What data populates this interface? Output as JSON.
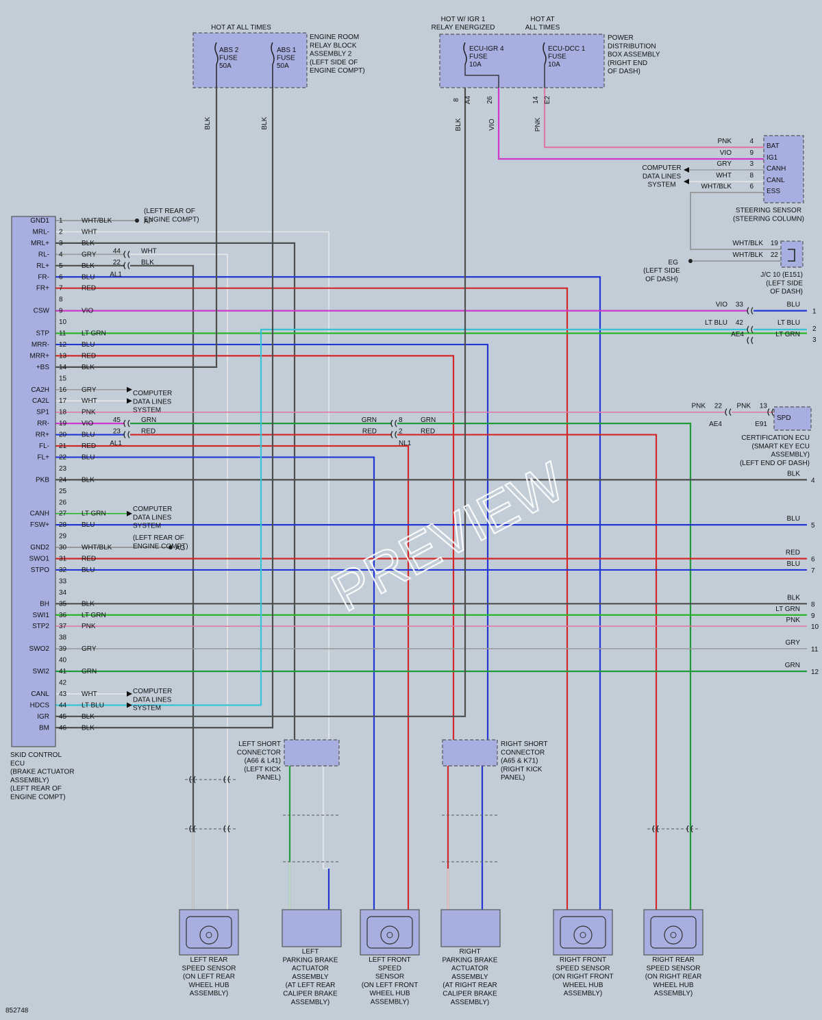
{
  "watermark": "PREVIEW",
  "diagram_id": "852748",
  "colors": {
    "BLK": "#4d4d4d",
    "WHT": "#e8e8e8",
    "GRY": "#9a9a9a",
    "BLU": "#2236d6",
    "RED": "#d32626",
    "VIO": "#cc38cc",
    "PNK": "#e07aa5",
    "LTGRN": "#28b628",
    "GRN": "#1f9a3a",
    "LTBLU": "#37c3d6",
    "WHTBLK": "#8d8d8d",
    "box": "#a7aee0"
  },
  "ecu": {
    "name_lines": [
      "SKID CONTROL",
      "ECU",
      "(BRAKE ACTUATOR",
      "ASSEMBLY)",
      "(LEFT REAR OF",
      "ENGINE COMPT)"
    ],
    "pins": [
      {
        "n": "1",
        "sig": "GND1",
        "wire": "WHT/BLK"
      },
      {
        "n": "2",
        "sig": "MRL-",
        "wire": "WHT"
      },
      {
        "n": "3",
        "sig": "MRL+",
        "wire": "BLK"
      },
      {
        "n": "4",
        "sig": "RL-",
        "wire": "GRY"
      },
      {
        "n": "5",
        "sig": "RL+",
        "wire": "BLK"
      },
      {
        "n": "6",
        "sig": "FR-",
        "wire": "BLU"
      },
      {
        "n": "7",
        "sig": "FR+",
        "wire": "RED"
      },
      {
        "n": "8",
        "sig": "",
        "wire": ""
      },
      {
        "n": "9",
        "sig": "CSW",
        "wire": "VIO"
      },
      {
        "n": "10",
        "sig": "",
        "wire": ""
      },
      {
        "n": "11",
        "sig": "STP",
        "wire": "LT GRN"
      },
      {
        "n": "12",
        "sig": "MRR-",
        "wire": "BLU"
      },
      {
        "n": "13",
        "sig": "MRR+",
        "wire": "RED"
      },
      {
        "n": "14",
        "sig": "+BS",
        "wire": "BLK"
      },
      {
        "n": "15",
        "sig": "",
        "wire": ""
      },
      {
        "n": "16",
        "sig": "CA2H",
        "wire": "GRY"
      },
      {
        "n": "17",
        "sig": "CA2L",
        "wire": "WHT"
      },
      {
        "n": "18",
        "sig": "SP1",
        "wire": "PNK"
      },
      {
        "n": "19",
        "sig": "RR-",
        "wire": "VIO"
      },
      {
        "n": "20",
        "sig": "RR+",
        "wire": "BLU"
      },
      {
        "n": "21",
        "sig": "FL-",
        "wire": "RED"
      },
      {
        "n": "22",
        "sig": "FL+",
        "wire": "BLU"
      },
      {
        "n": "23",
        "sig": "",
        "wire": ""
      },
      {
        "n": "24",
        "sig": "PKB",
        "wire": "BLK"
      },
      {
        "n": "25",
        "sig": "",
        "wire": ""
      },
      {
        "n": "26",
        "sig": "",
        "wire": ""
      },
      {
        "n": "27",
        "sig": "CANH",
        "wire": "LT GRN"
      },
      {
        "n": "28",
        "sig": "FSW+",
        "wire": "BLU"
      },
      {
        "n": "29",
        "sig": "",
        "wire": ""
      },
      {
        "n": "30",
        "sig": "GND2",
        "wire": "WHT/BLK"
      },
      {
        "n": "31",
        "sig": "SWO1",
        "wire": "RED"
      },
      {
        "n": "32",
        "sig": "STPO",
        "wire": "BLU"
      },
      {
        "n": "33",
        "sig": "",
        "wire": ""
      },
      {
        "n": "34",
        "sig": "",
        "wire": ""
      },
      {
        "n": "35",
        "sig": "BH",
        "wire": "BLK"
      },
      {
        "n": "36",
        "sig": "SWI1",
        "wire": "LT GRN"
      },
      {
        "n": "37",
        "sig": "STP2",
        "wire": "PNK"
      },
      {
        "n": "38",
        "sig": "",
        "wire": ""
      },
      {
        "n": "39",
        "sig": "SWO2",
        "wire": "GRY"
      },
      {
        "n": "40",
        "sig": "",
        "wire": ""
      },
      {
        "n": "41",
        "sig": "SWI2",
        "wire": "GRN"
      },
      {
        "n": "42",
        "sig": "",
        "wire": ""
      },
      {
        "n": "43",
        "sig": "CANL",
        "wire": "WHT"
      },
      {
        "n": "44",
        "sig": "HDCS",
        "wire": "LT BLU"
      },
      {
        "n": "45",
        "sig": "IGR",
        "wire": "BLK"
      },
      {
        "n": "46",
        "sig": "BM",
        "wire": "BLK"
      }
    ]
  },
  "relay_block": {
    "header": "HOT AT ALL TIMES",
    "name_lines": [
      "ENGINE ROOM",
      "RELAY BLOCK",
      "ASSEMBLY 2",
      "(LEFT SIDE OF",
      "ENGINE COMPT)"
    ],
    "fuse1": [
      "ABS 2",
      "FUSE",
      "50A"
    ],
    "fuse2": [
      "ABS 1",
      "FUSE",
      "50A"
    ],
    "wire1": "BLK",
    "wire2": "BLK"
  },
  "pdb": {
    "header1": [
      "HOT W/ IGR 1",
      "RELAY ENERGIZED"
    ],
    "header2": [
      "HOT AT",
      "ALL TIMES"
    ],
    "name_lines": [
      "POWER",
      "DISTRIBUTION",
      "BOX ASSEMBLY",
      "(RIGHT END",
      "OF DASH)"
    ],
    "fuse1": [
      "ECU-IGR 4",
      "FUSE",
      "10A"
    ],
    "fuse2": [
      "ECU-DCC 1",
      "FUSE",
      "10A"
    ],
    "pins": [
      {
        "num": "8",
        "conn": "A4",
        "wire": "BLK"
      },
      {
        "num": "26",
        "conn": "",
        "wire": "VIO"
      },
      {
        "num": "14",
        "conn": "E2",
        "wire": "PNK"
      }
    ]
  },
  "steering": {
    "name_lines": [
      "STEERING SENSOR",
      "(STEERING COLUMN)"
    ],
    "pins": [
      {
        "wire": "PNK",
        "num": "4",
        "sig": "BAT"
      },
      {
        "wire": "VIO",
        "num": "9",
        "sig": "IG1"
      },
      {
        "wire": "GRY",
        "num": "3",
        "sig": "CANH"
      },
      {
        "wire": "WHT",
        "num": "8",
        "sig": "CANL"
      },
      {
        "wire": "WHT/BLK",
        "num": "6",
        "sig": "ESS"
      }
    ],
    "cdl": [
      "COMPUTER",
      "DATA LINES",
      "SYSTEM"
    ]
  },
  "jc": {
    "name_lines": [
      "J/C 10 (E151)",
      "(LEFT SIDE",
      "OF DASH)"
    ],
    "pins": [
      {
        "wire": "WHT/BLK",
        "num": "19"
      },
      {
        "wire": "WHT/BLK",
        "num": "22"
      }
    ],
    "ground": "EG",
    "ground_lines": [
      "(LEFT SIDE",
      "OF DASH)"
    ]
  },
  "ground_af": {
    "name": "AF",
    "lines": [
      "(LEFT REAR OF",
      "ENGINE COMPT)"
    ]
  },
  "ground_ag": {
    "name": "AG",
    "lines": [
      "(LEFT REAR OF",
      "ENGINE COMPT)"
    ]
  },
  "cdl_label": [
    "COMPUTER",
    "DATA LINES",
    "SYSTEM"
  ],
  "al1": {
    "label": "AL1",
    "pins": [
      {
        "n": "44",
        "wire": "WHT"
      },
      {
        "n": "22",
        "wire": "BLK"
      }
    ]
  },
  "al1b": {
    "label": "AL1",
    "pins": [
      {
        "n": "45",
        "wire": "GRN"
      },
      {
        "n": "23",
        "wire": "RED"
      }
    ]
  },
  "nl1": {
    "label": "NL1",
    "pins": [
      {
        "l": "GRN",
        "n": "8",
        "r": "GRN"
      },
      {
        "l": "RED",
        "n": "2",
        "r": "RED"
      }
    ]
  },
  "right_side": {
    "csw": {
      "l": "VIO",
      "n": "33",
      "r": "BLU",
      "to": "1"
    },
    "hdcs": {
      "l": "LT BLU",
      "n": "42",
      "r": "LT BLU",
      "to": "2"
    },
    "stp": {
      "conn": "AE4",
      "r": "LT GRN",
      "to": "3"
    },
    "spd": {
      "l": "PNK",
      "n1": "22",
      "m": "PNK",
      "n2": "13",
      "conn1": "AE4",
      "conn2": "E91",
      "sig": "SPD"
    },
    "cert_lines": [
      "CERTIFICATION ECU",
      "(SMART KEY ECU",
      "ASSEMBLY)",
      "(LEFT END OF DASH)"
    ],
    "outs": [
      {
        "wire": "BLK",
        "to": "4"
      },
      {
        "wire": "BLU",
        "to": "5"
      },
      {
        "wire": "RED",
        "to": "6"
      },
      {
        "wire": "BLU",
        "to": "7"
      },
      {
        "wire": "BLK",
        "to": "8"
      },
      {
        "wire": "LT GRN",
        "to": "9"
      },
      {
        "wire": "PNK",
        "to": "10"
      },
      {
        "wire": "GRY",
        "to": "11"
      },
      {
        "wire": "GRN",
        "to": "12"
      }
    ]
  },
  "left_short": {
    "name_lines": [
      "LEFT SHORT",
      "CONNECTOR",
      "(A66 & L41)",
      "(LEFT KICK",
      "PANEL)"
    ]
  },
  "right_short": {
    "name_lines": [
      "RIGHT SHORT",
      "CONNECTOR",
      "(A65 & K71)",
      "(RIGHT KICK",
      "PANEL)"
    ]
  },
  "components": [
    {
      "id": "lr",
      "name": [
        "LEFT REAR",
        "SPEED SENSOR",
        "(ON LEFT REAR",
        "WHEEL HUB",
        "ASSEMBLY)"
      ]
    },
    {
      "id": "lpb",
      "name": [
        "LEFT",
        "PARKING BRAKE",
        "ACTUATOR",
        "ASSEMBLY",
        "(AT LEFT REAR",
        "CALIPER BRAKE",
        "ASSEMBLY)"
      ]
    },
    {
      "id": "lf",
      "name": [
        "LEFT FRONT",
        "SPEED",
        "SENSOR",
        "(ON LEFT FRONT",
        "WHEEL HUB",
        "ASSEMBLY)"
      ]
    },
    {
      "id": "rpb",
      "name": [
        "RIGHT",
        "PARKING BRAKE",
        "ACTUATOR",
        "ASSEMBLY",
        "(AT RIGHT REAR",
        "CALIPER BRAKE",
        "ASSEMBLY)"
      ]
    },
    {
      "id": "rf",
      "name": [
        "RIGHT FRONT",
        "SPEED SENSOR",
        "(ON RIGHT FRONT",
        "WHEEL HUB",
        "ASSEMBLY)"
      ]
    },
    {
      "id": "rr",
      "name": [
        "RIGHT REAR",
        "SPEED SENSOR",
        "(ON RIGHT REAR",
        "WHEEL HUB",
        "ASSEMBLY)"
      ]
    }
  ]
}
